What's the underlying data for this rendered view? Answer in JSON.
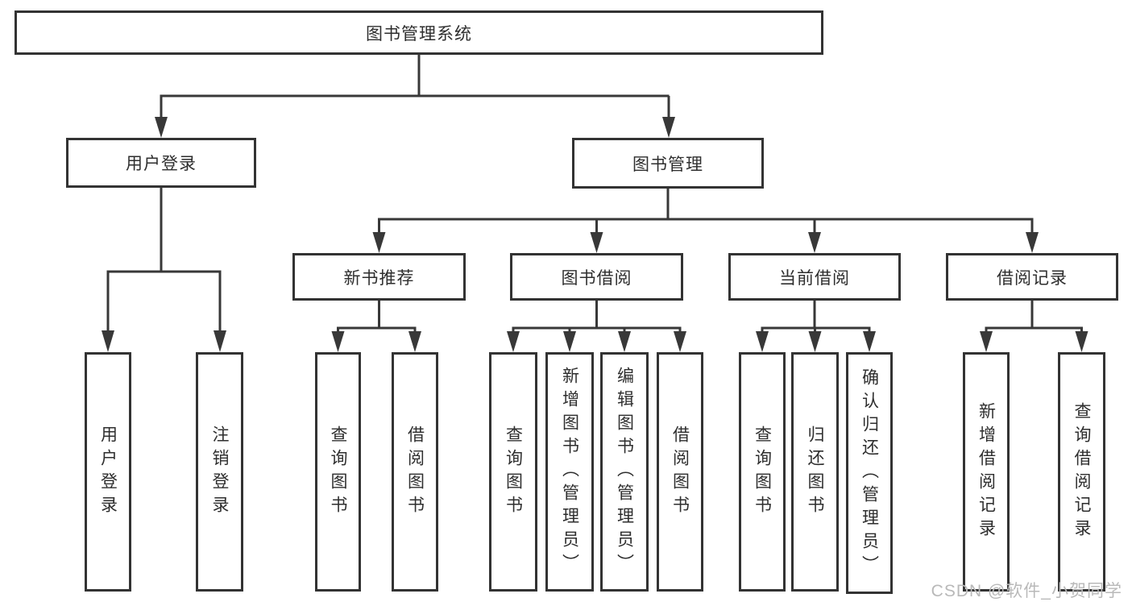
{
  "diagram": {
    "root": {
      "label": "图书管理系统"
    },
    "branches": [
      {
        "label": "用户登录",
        "children": [
          {
            "label": "用户登录"
          },
          {
            "label": "注销登录"
          }
        ]
      },
      {
        "label": "图书管理",
        "children": [
          {
            "label": "新书推荐",
            "children": [
              {
                "label": "查询图书"
              },
              {
                "label": "借阅图书"
              }
            ]
          },
          {
            "label": "图书借阅",
            "children": [
              {
                "label": "查询图书"
              },
              {
                "label": "新增图书（管理员）"
              },
              {
                "label": "编辑图书（管理员）"
              },
              {
                "label": "借阅图书"
              }
            ]
          },
          {
            "label": "当前借阅",
            "children": [
              {
                "label": "查询图书"
              },
              {
                "label": "归还图书"
              },
              {
                "label": "确认归还（管理员）"
              }
            ]
          },
          {
            "label": "借阅记录",
            "children": [
              {
                "label": "新增借阅记录"
              },
              {
                "label": "查询借阅记录"
              }
            ]
          }
        ]
      }
    ]
  },
  "watermark": {
    "text": "CSDN @软件_小贺同学"
  },
  "colors": {
    "line": "#383838",
    "border": "#333333",
    "text": "#2e2e2e",
    "watermark": "#b9b9b9",
    "background": "#ffffff"
  }
}
